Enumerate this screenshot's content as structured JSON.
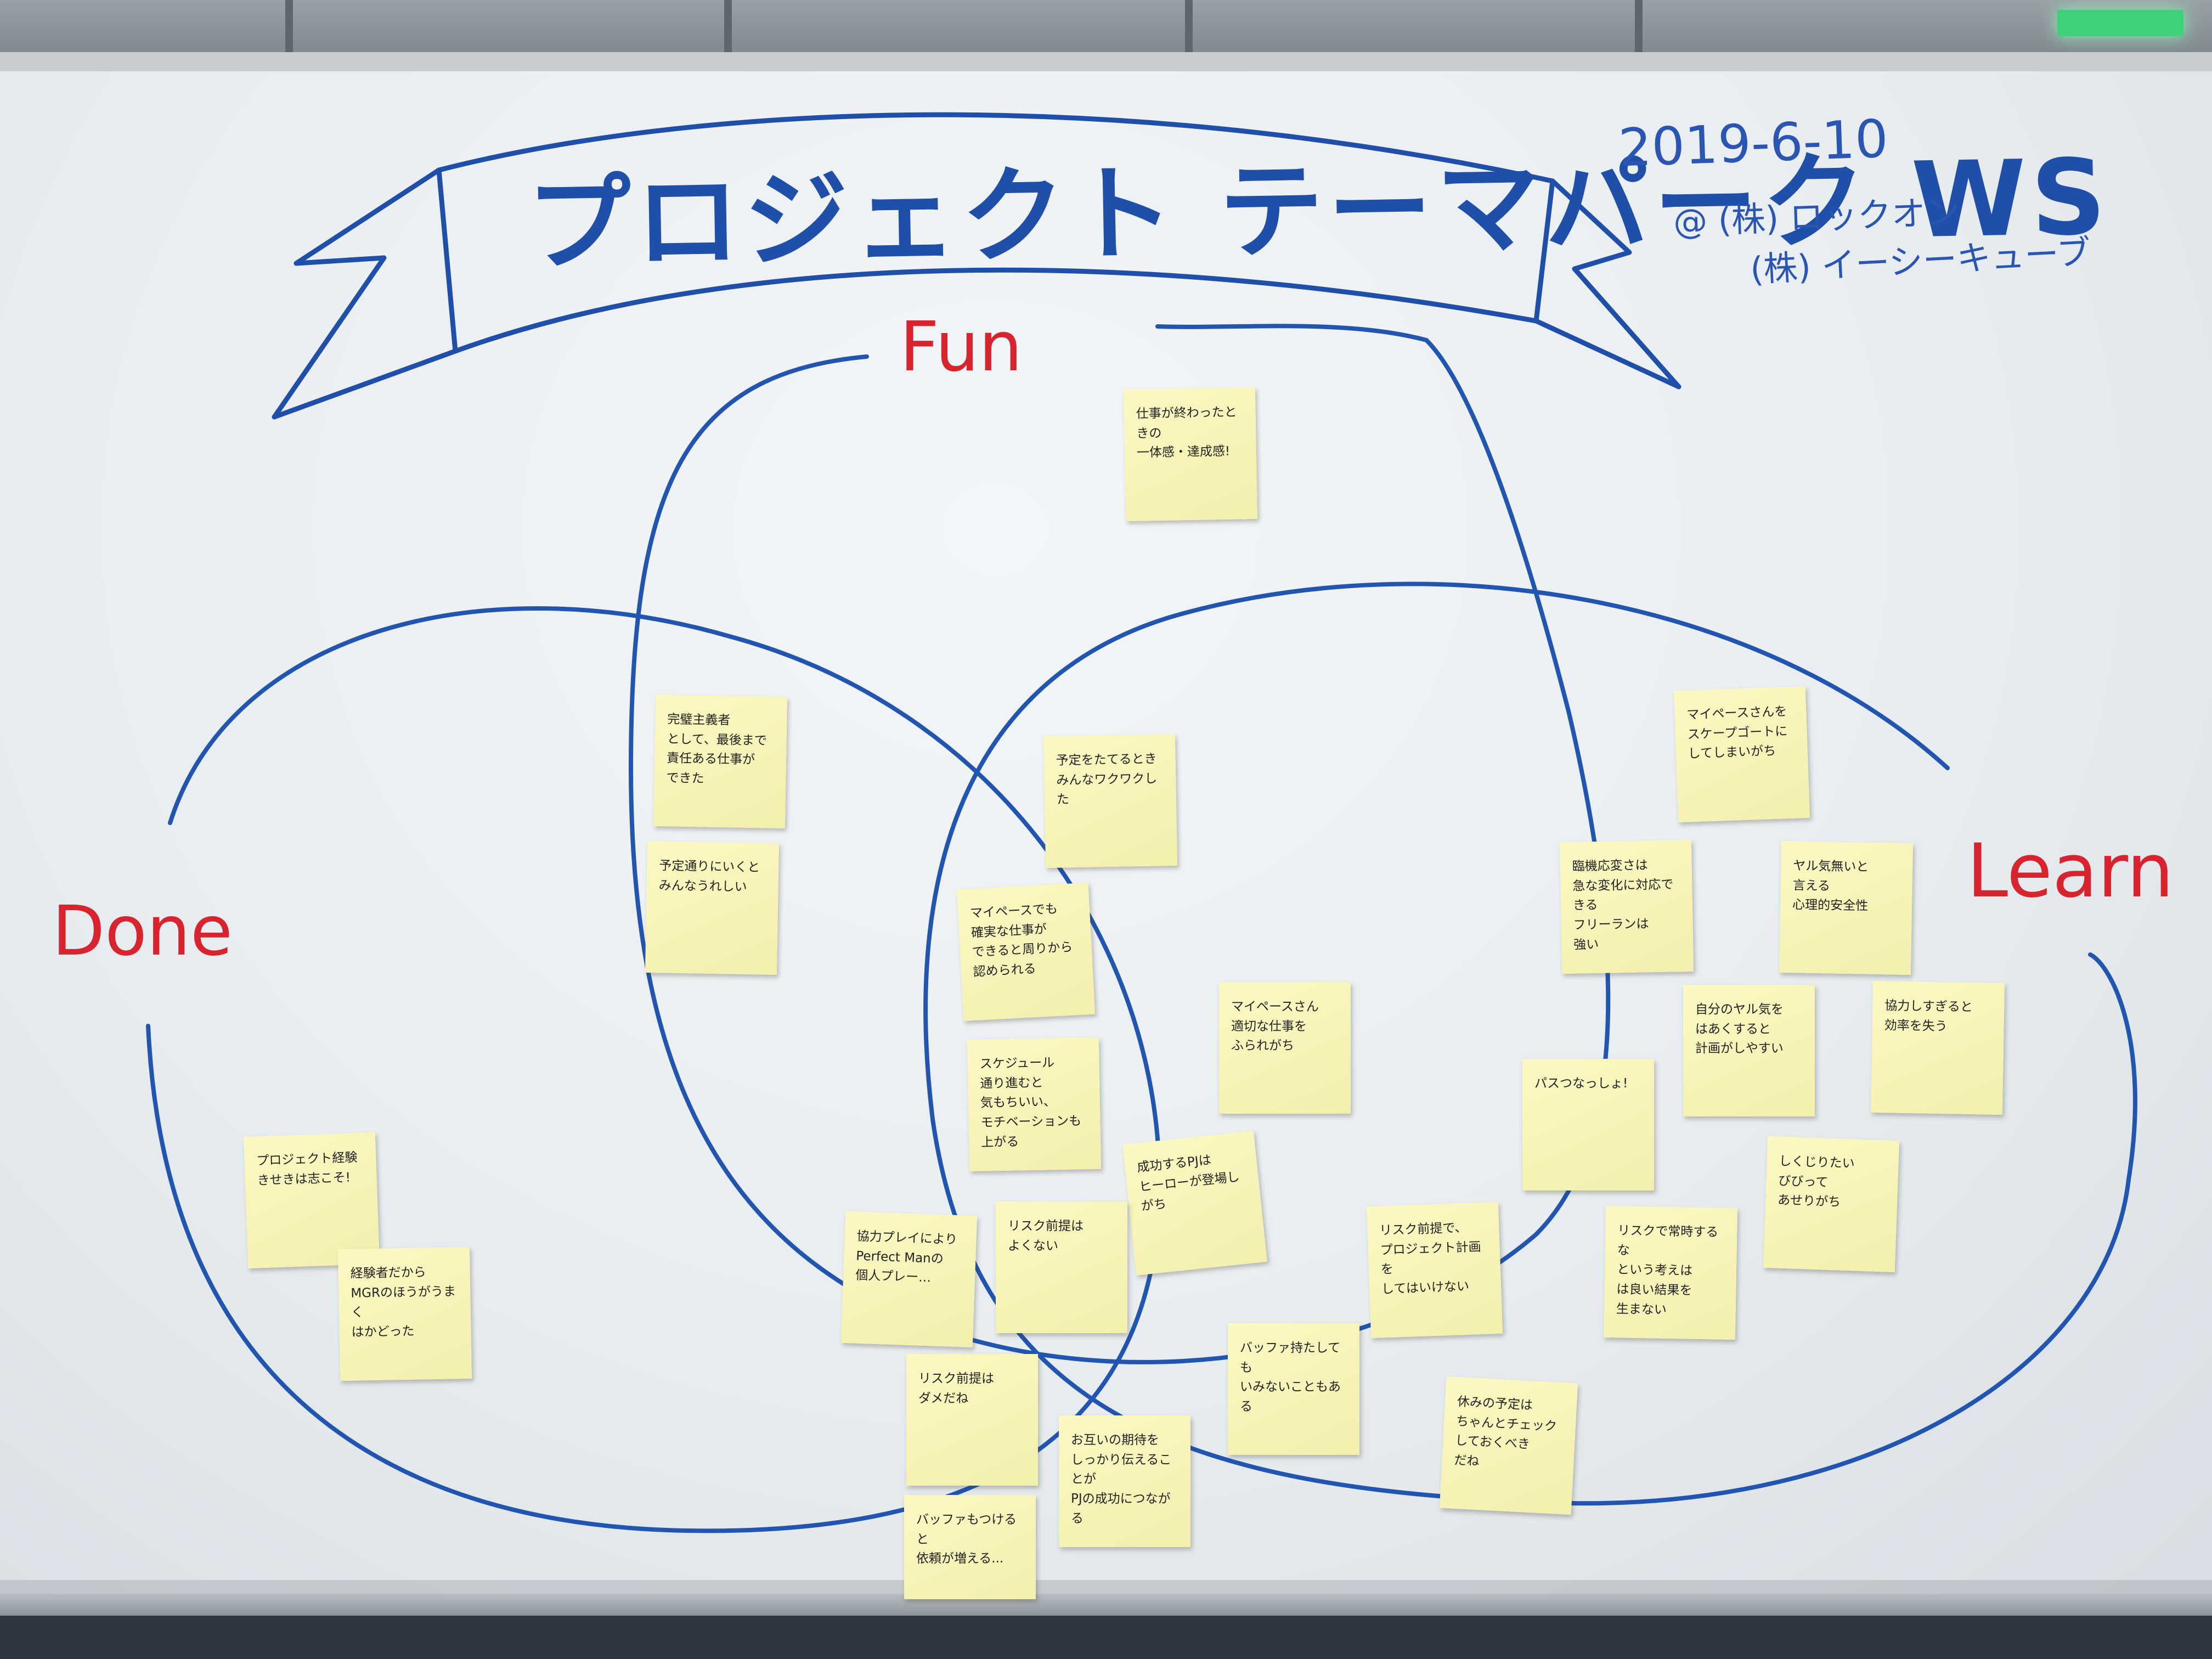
{
  "whiteboard": {
    "title": "プロジェクト テーマパーク WS",
    "date": "2019-6-10",
    "organizers": [
      "@ (株) ロックオン",
      "(株) イーシーキューブ"
    ],
    "circle_labels": {
      "fun": "Fun",
      "done": "Done",
      "learn": "Learn"
    },
    "colors": {
      "marker_blue": "#1f4fa8",
      "marker_red": "#d8242e",
      "sticky_yellow": "#f7f3b8"
    }
  },
  "sticky_notes": [
    "仕事が終わったときの\n一体感・達成感!",
    "完璧主義者\nとして、最後まで\n責任ある仕事が\nできた",
    "予定通りにいくと\nみんなうれしい",
    "予定をたてるとき\nみんなワクワクした",
    "マイペースさんを\nスケープゴートに\nしてしまいがち",
    "臨機応変さは\n急な変化に対応できる\nフリーランは\n強い",
    "ヤル気無いと\n言える\n心理的安全性",
    "自分のヤル気を\nはあくすると\n計画がしやすい",
    "協力しすぎると\n効率を失う",
    "マイペースでも\n確実な仕事が\nできると周りから\n認められる",
    "マイペースさん\n適切な仕事を\nふられがち",
    "スケジュール\n通り進むと\n気もちいい、\nモチベーションも上がる",
    "パスつなっしょ!",
    "しくじりたい\nびびって\nあせりがち",
    "プロジェクト経験\nきせきは志こそ!",
    "経験者だから\nMGRのほうがうまく\nはかどった",
    "成功するPJは\nヒーローが登場しがち",
    "協力プレイにより\nPerfect Manの\n個人プレー…",
    "リスク前提は\nよくない",
    "リスク前提で、\nプロジェクト計画を\nしてはいけない",
    "リスクで常時するな\nという考えは\nは良い結果を\n生まない",
    "リスク前提は\nダメだね",
    "バッファ持たしても\nいみないこともある",
    "休みの予定は\nちゃんとチェックしておくべき\nだね",
    "お互いの期待を\nしっかり伝えることが\nPJの成功につながる",
    "バッファもつけると\n依頼が増える..."
  ]
}
